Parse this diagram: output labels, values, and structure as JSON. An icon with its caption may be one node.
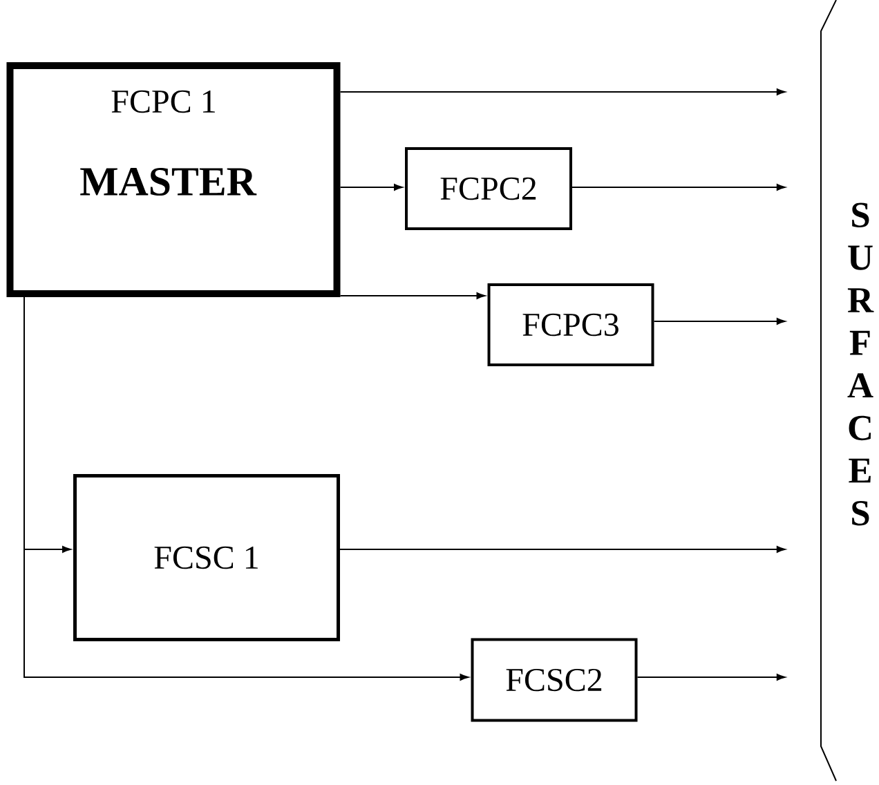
{
  "diagram": {
    "nodes": [
      {
        "text": [
          "FCPC 1",
          "MASTER"
        ]
      },
      {
        "text": [
          "FCPC2"
        ]
      },
      {
        "text": [
          "FCPC3"
        ]
      },
      {
        "text": [
          "FCSC 1"
        ]
      },
      {
        "text": [
          "FCSC2"
        ]
      },
      {
        "text": [
          "SURFACES"
        ]
      }
    ],
    "edges": [
      {
        "from": 0,
        "to": 5,
        "arrow": "to"
      },
      {
        "from": 0,
        "to": 1,
        "arrow": "to"
      },
      {
        "from": 1,
        "to": 5,
        "arrow": "to"
      },
      {
        "from": 0,
        "to": 2,
        "arrow": "to"
      },
      {
        "from": 2,
        "to": 5,
        "arrow": "to"
      },
      {
        "from": 0,
        "to": 3,
        "arrow": "to"
      },
      {
        "from": 3,
        "to": 5,
        "arrow": "to"
      },
      {
        "from": 0,
        "to": 4,
        "arrow": "to"
      },
      {
        "from": 4,
        "to": 5,
        "arrow": "to"
      }
    ]
  }
}
